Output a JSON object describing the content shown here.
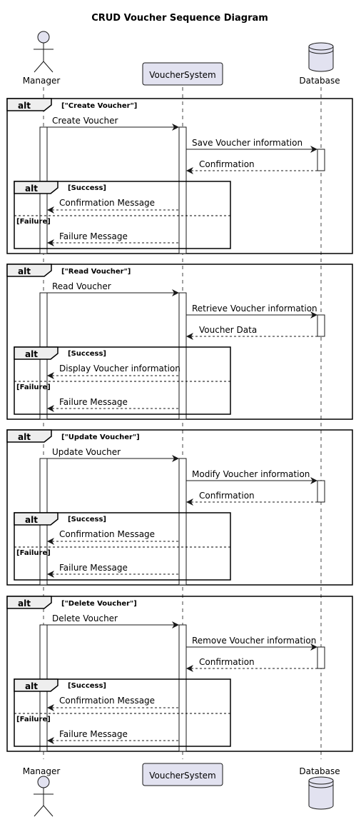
{
  "title": "CRUD Voucher Sequence Diagram",
  "participants": {
    "manager": "Manager",
    "system": "VoucherSystem",
    "database": "Database"
  },
  "fragment_keyword": "alt",
  "groups": [
    {
      "guard": "[\"Create Voucher\"]",
      "request": "Create Voucher",
      "db_request": "Save Voucher information",
      "db_reply": "Confirmation",
      "success_guard": "[Success]",
      "success_msg": "Confirmation Message",
      "failure_guard": "[Failure]",
      "failure_msg": "Failure Message"
    },
    {
      "guard": "[\"Read Voucher\"]",
      "request": "Read Voucher",
      "db_request": "Retrieve Voucher information",
      "db_reply": "Voucher Data",
      "success_guard": "[Success]",
      "success_msg": "Display Voucher information",
      "failure_guard": "[Failure]",
      "failure_msg": "Failure Message"
    },
    {
      "guard": "[\"Update Voucher\"]",
      "request": "Update Voucher",
      "db_request": "Modify Voucher information",
      "db_reply": "Confirmation",
      "success_guard": "[Success]",
      "success_msg": "Confirmation Message",
      "failure_guard": "[Failure]",
      "failure_msg": "Failure Message"
    },
    {
      "guard": "[\"Delete Voucher\"]",
      "request": "Delete Voucher",
      "db_request": "Remove Voucher information",
      "db_reply": "Confirmation",
      "success_guard": "[Success]",
      "success_msg": "Confirmation Message",
      "failure_guard": "[Failure]",
      "failure_msg": "Failure Message"
    }
  ],
  "colors": {
    "participant_fill": "#E2E2F0",
    "participant_stroke": "#181818",
    "fragment_tab_fill": "#EEEEEE",
    "lifeline": "#181818"
  }
}
